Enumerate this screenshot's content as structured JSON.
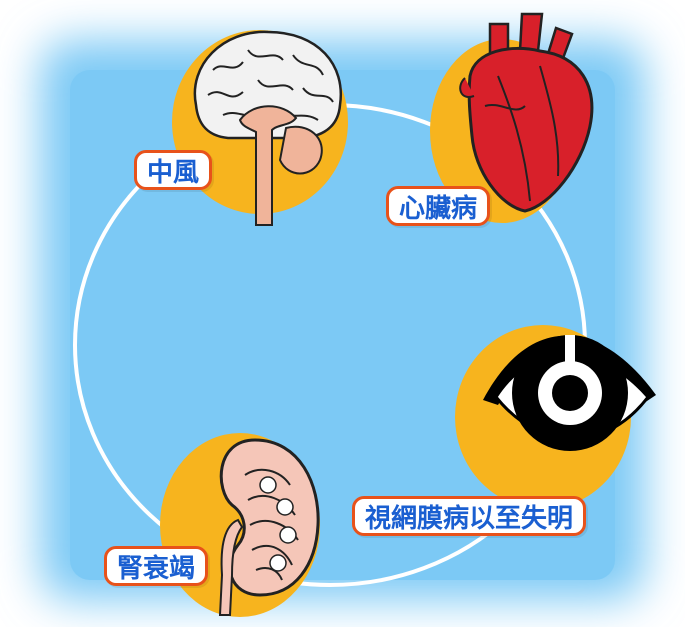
{
  "diagram": {
    "nodes": [
      {
        "id": "stroke",
        "label": "中風",
        "icon": "brain-icon"
      },
      {
        "id": "heart",
        "label": "心臟病",
        "icon": "heart-icon"
      },
      {
        "id": "retina",
        "label": "視網膜病以至失明",
        "icon": "eye-icon"
      },
      {
        "id": "kidney",
        "label": "腎衰竭",
        "icon": "kidney-icon"
      }
    ],
    "colors": {
      "background": "#7cc9f5",
      "orange_disc": "#f7b41e",
      "label_border": "#e8521a",
      "label_text": "#1a5fd1",
      "loop": "#ffffff"
    }
  }
}
